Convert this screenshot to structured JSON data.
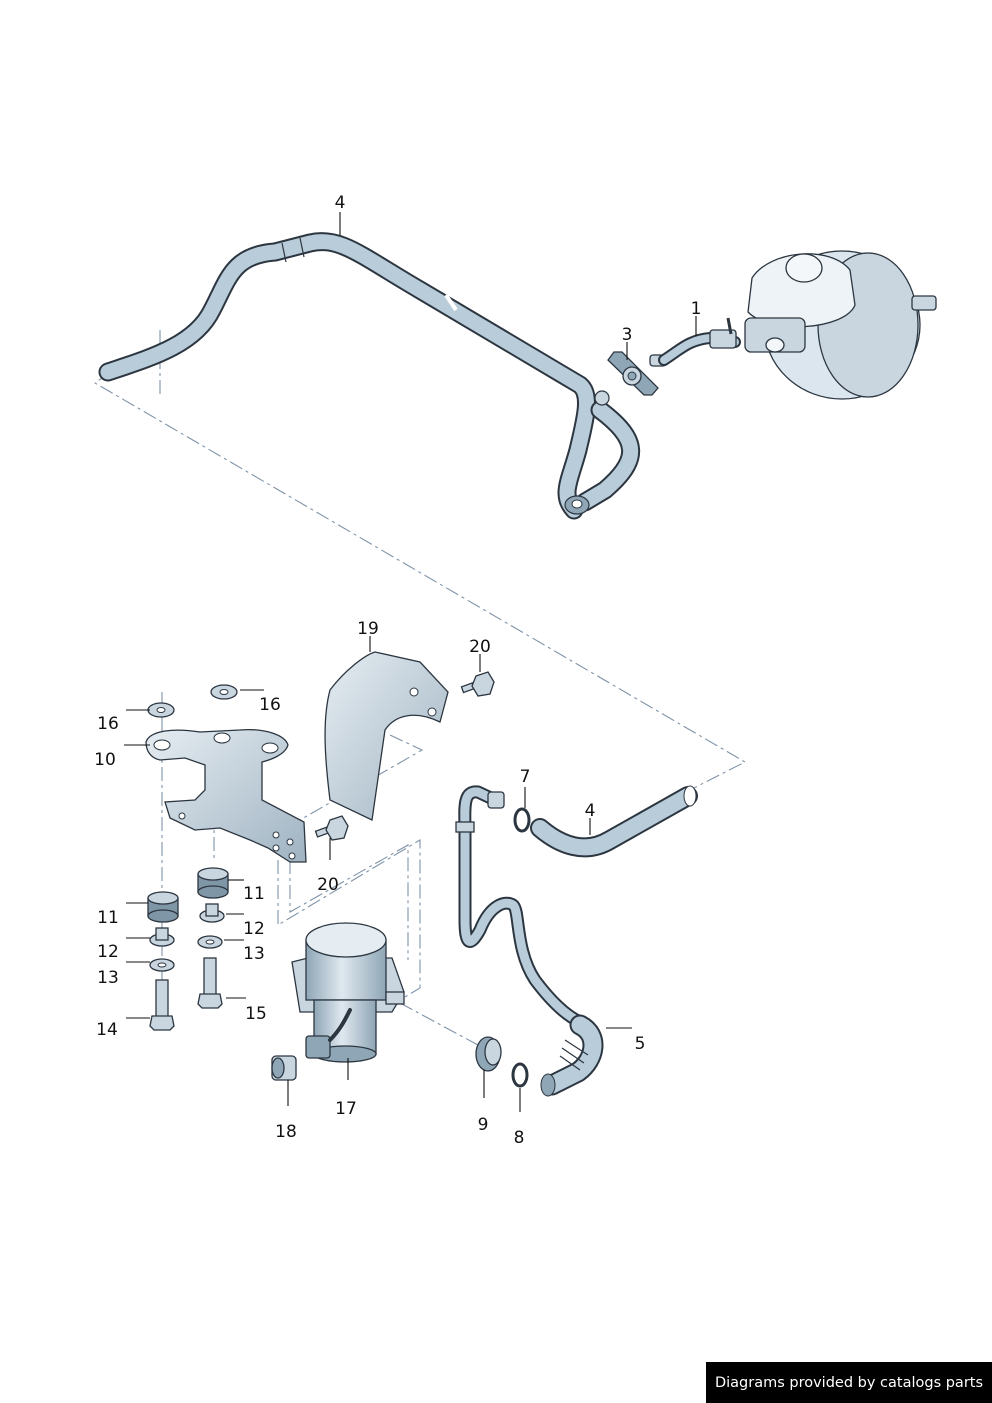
{
  "colors": {
    "hose_fill": "#b9ccd9",
    "part_fill": "#c9d6e0",
    "outline": "#2c3640",
    "dash_line": "#7f93a8",
    "footer_bg": "#000000",
    "footer_text": "#ffffff"
  },
  "callouts": {
    "c1": "1",
    "c3": "3",
    "c4_top": "4",
    "c4_mid": "4",
    "c5": "5",
    "c7": "7",
    "c8": "8",
    "c9": "9",
    "c10": "10",
    "c11_left": "11",
    "c11_right": "11",
    "c12_left": "12",
    "c12_right": "12",
    "c13_left": "13",
    "c13_right": "13",
    "c14": "14",
    "c15": "15",
    "c16_left": "16",
    "c16_right": "16",
    "c17": "17",
    "c18": "18",
    "c19": "19",
    "c20_top": "20",
    "c20_bottom": "20"
  },
  "footer": {
    "credit": "Diagrams provided by catalogs parts"
  }
}
